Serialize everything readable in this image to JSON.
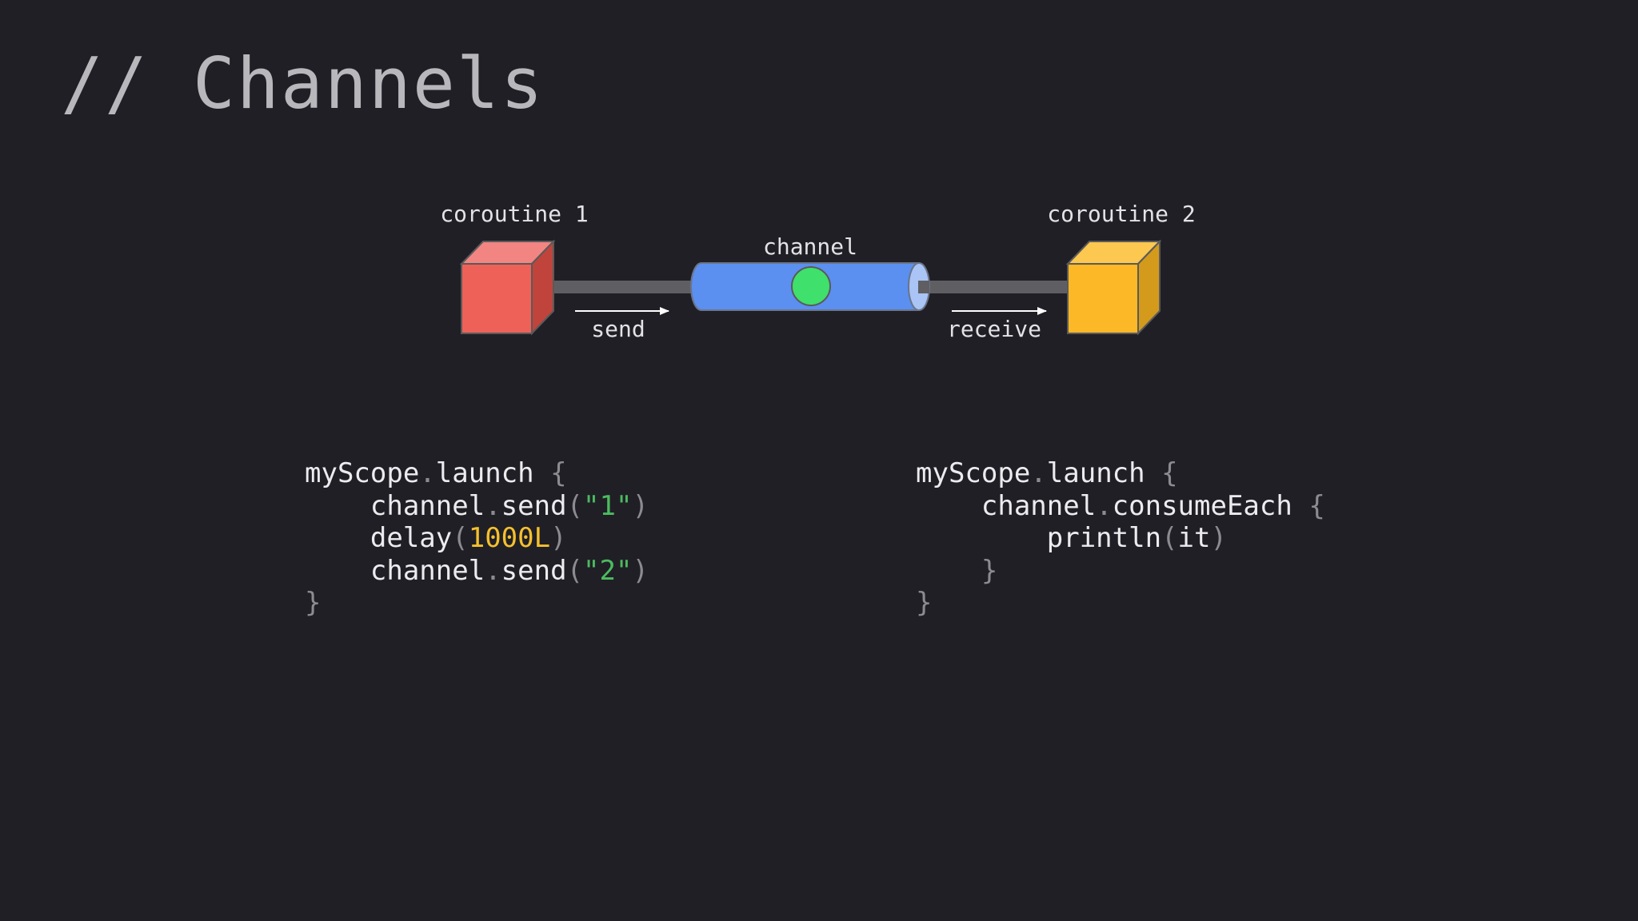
{
  "slide": {
    "title": "// Channels"
  },
  "diagram": {
    "producer_label": "coroutine 1",
    "consumer_label": "coroutine 2",
    "channel_label": "channel",
    "send_label": "send",
    "receive_label": "receive",
    "colors": {
      "producer": "#ee6158",
      "consumer": "#fcb826",
      "channel": "#5b8ff0",
      "item": "#3fe06c",
      "pipe": "#5f5f63"
    }
  },
  "code": {
    "left": [
      [
        "myScope",
        ".",
        "launch",
        " ",
        "{"
      ],
      [
        "    ",
        "channel",
        ".",
        "send",
        "(",
        "\"1\"",
        ")"
      ],
      [
        "    ",
        "delay",
        "(",
        "1000L",
        ")"
      ],
      [
        "    ",
        "channel",
        ".",
        "send",
        "(",
        "\"2\"",
        ")"
      ],
      [
        "}"
      ]
    ],
    "right": [
      [
        "myScope",
        ".",
        "launch",
        " ",
        "{"
      ],
      [
        "    ",
        "channel",
        ".",
        "consumeEach",
        " ",
        "{"
      ],
      [
        "        ",
        "println",
        "(",
        "it",
        ")"
      ],
      [
        "    ",
        "}"
      ],
      [
        "}"
      ]
    ]
  }
}
